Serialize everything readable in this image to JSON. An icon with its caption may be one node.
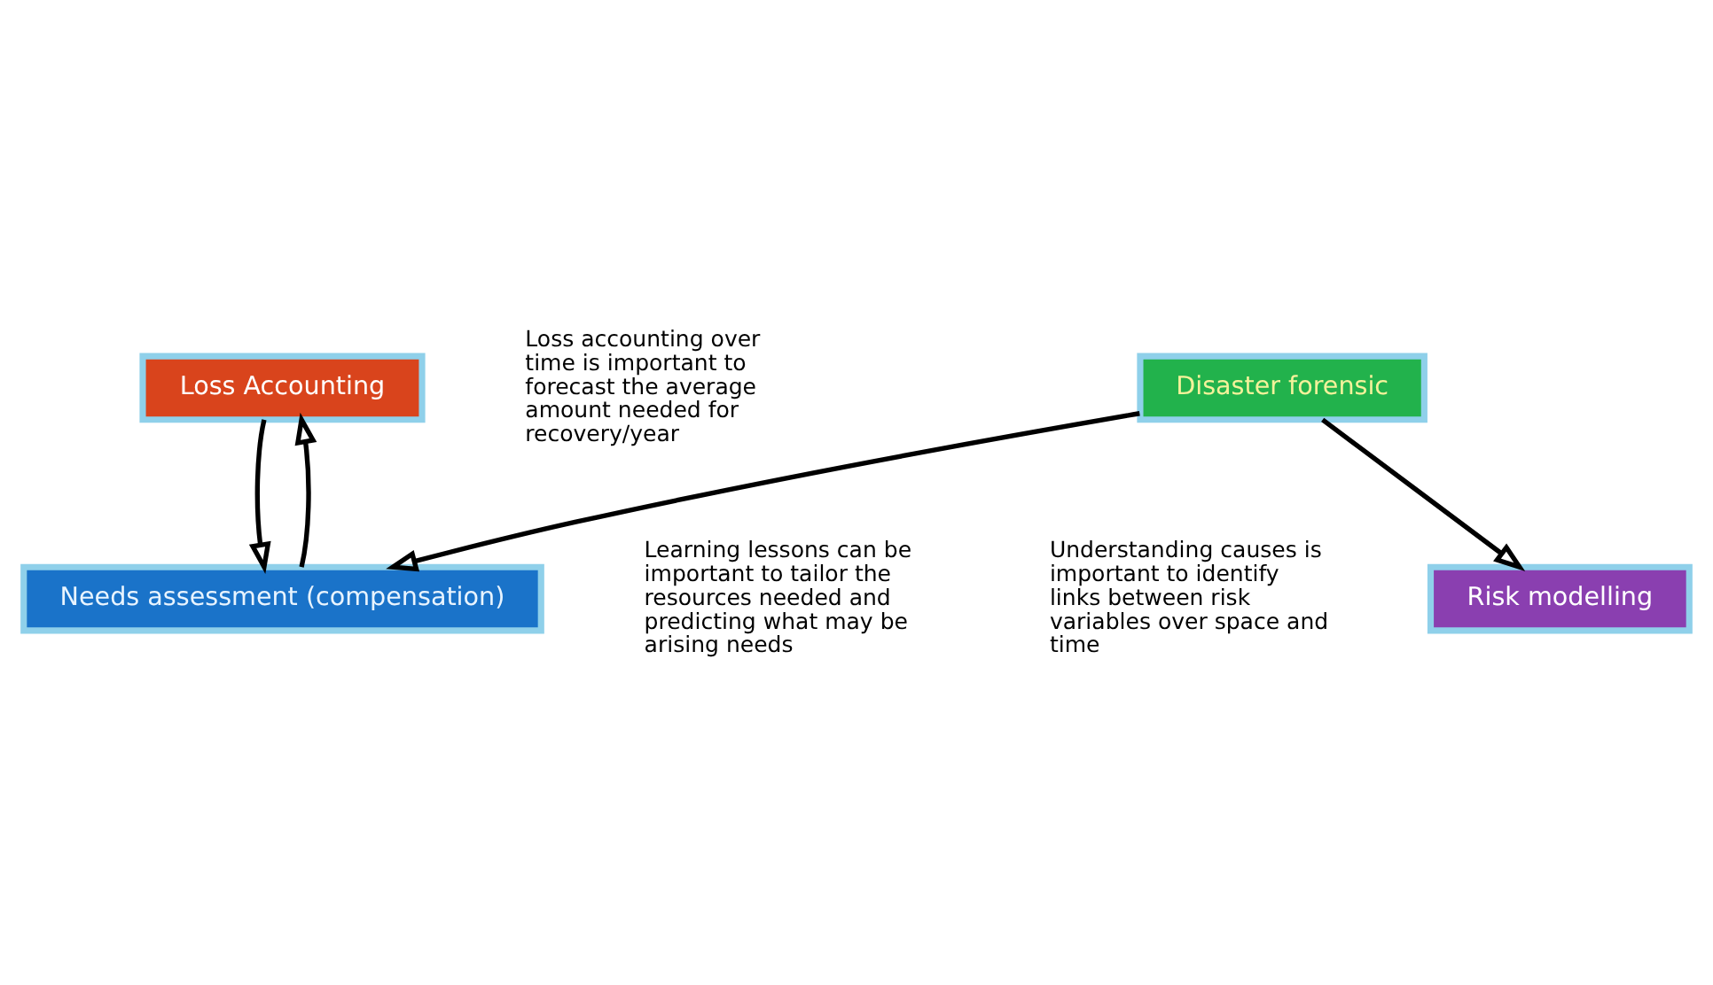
{
  "diagram": {
    "nodes": [
      {
        "text": [
          "Loss Accounting"
        ]
      },
      {
        "text": [
          "Needs assessment (compensation)"
        ]
      },
      {
        "text": [
          "Disaster forensic"
        ]
      },
      {
        "text": [
          "Risk modelling"
        ]
      }
    ],
    "edges": [
      {
        "from": 0,
        "to": 1,
        "arrow": "to"
      },
      {
        "from": 1,
        "to": 0,
        "arrow": "to"
      },
      {
        "from": 2,
        "to": 1,
        "arrow": "to"
      },
      {
        "from": 2,
        "to": 3,
        "arrow": "to"
      }
    ],
    "labels": [
      "Loss accounting over time is important to forecast the average amount needed for recovery/year",
      "Learning lessons can be important to tailor the resources needed and predicting what may be arising needs",
      "Understanding causes is important to identify links between risk variables over space and time"
    ]
  }
}
